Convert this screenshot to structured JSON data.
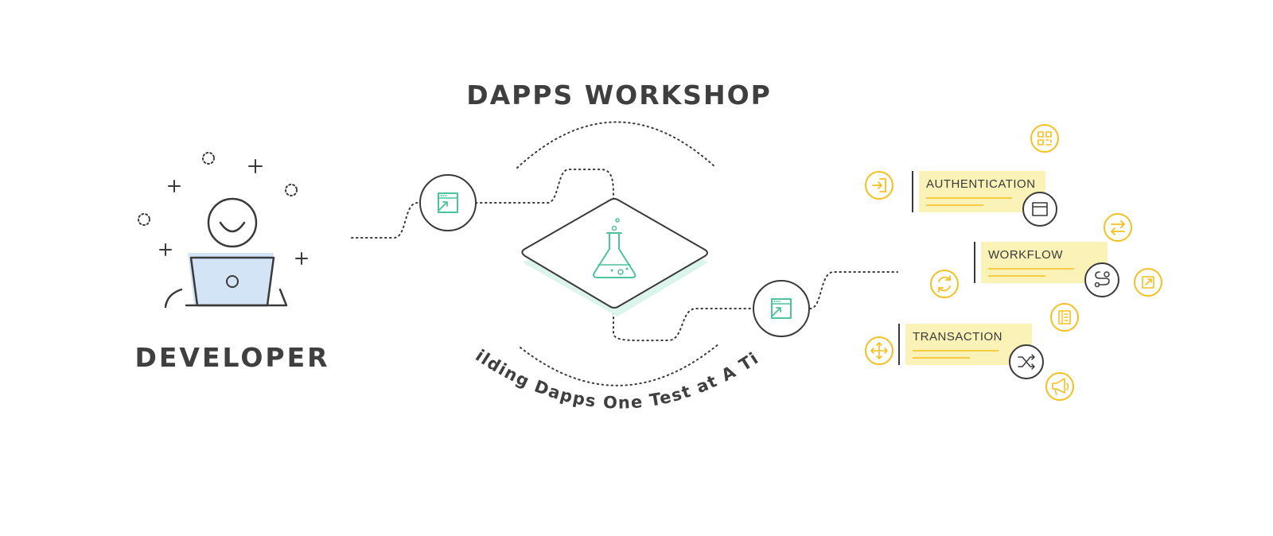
{
  "labels": {
    "title": "DAPPS WORKSHOP",
    "developer": "DEVELOPER",
    "tagline": "Building Dapps One Test at A Time"
  },
  "features": [
    {
      "label": "AUTHENTICATION"
    },
    {
      "label": "WORKFLOW"
    },
    {
      "label": "TRANSACTION"
    }
  ],
  "icons": {
    "developer_face": "smiling-face-icon",
    "laptop": "laptop-icon",
    "browser_node": "browser-window-icon",
    "flask": "flask-icon",
    "qr": "qr-code-icon",
    "login": "login-icon",
    "window": "window-icon",
    "swap": "swap-arrows-icon",
    "route": "route-icon",
    "refresh": "refresh-icon",
    "external": "external-link-icon",
    "ledger": "ledger-icon",
    "move": "move-arrows-icon",
    "shuffle": "shuffle-icon",
    "megaphone": "megaphone-icon"
  },
  "colors": {
    "ink": "#3a3a3a",
    "accent_green": "#4cc39c",
    "green_fill": "#dcf5ec",
    "laptop_fill": "#d4e4f7",
    "accent_yellow": "#f5c01f",
    "card_fill": "#fbf2b7"
  }
}
